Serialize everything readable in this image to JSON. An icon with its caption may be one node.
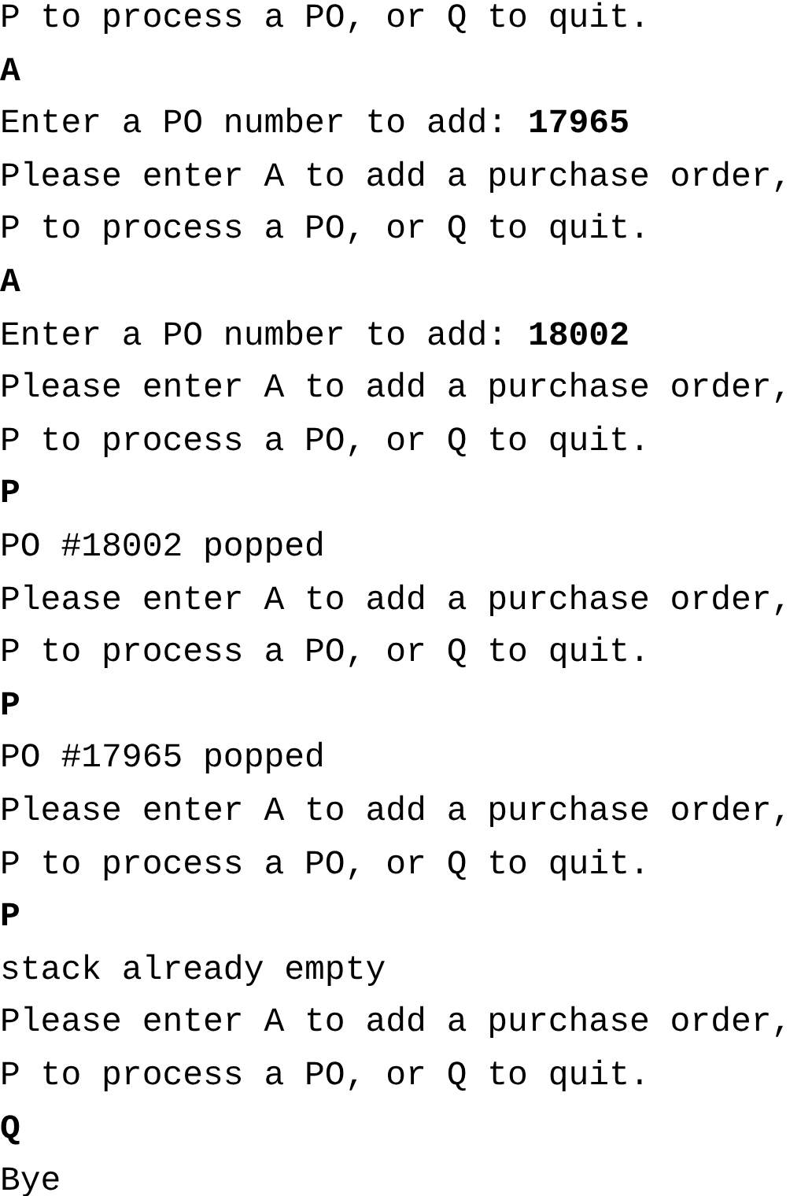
{
  "diagram": {
    "labels": [
      "P to process a PO, or Q to quit.",
      "A",
      "Enter a PO number to add: **17965**",
      "Please enter A to add a purchase order,",
      "P to process a PO, or Q to quit.",
      "A",
      "Enter a PO number to add: **18002**",
      "Please enter A to add a purchase order,",
      "P to process a PO, or Q to quit.",
      "P",
      "PO #18002 popped",
      "Please enter A to add a purchase order,",
      "P to process a PO, or Q to quit.",
      "P",
      "PO #17965 popped",
      "Please enter A to add a purchase order,",
      "P to process a PO, or Q to quit.",
      "P",
      "stack already empty",
      "Please enter A to add a purchase order,",
      "P to process a PO, or Q to quit.",
      "Q",
      "Bye"
    ]
  }
}
